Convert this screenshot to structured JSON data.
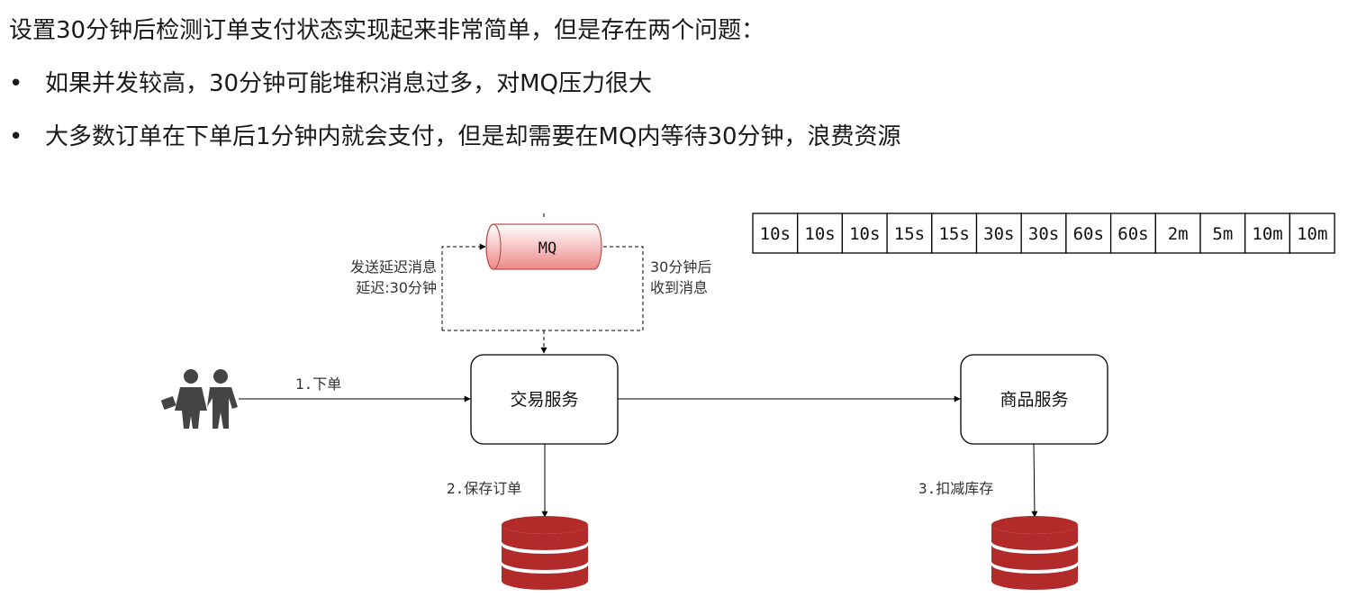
{
  "intro": "设置30分钟后检测订单支付状态实现起来非常简单，但是存在两个问题：",
  "bullets": [
    {
      "marker": "•",
      "text": "如果并发较高，30分钟可能堆积消息过多，对MQ压力很大"
    },
    {
      "marker": "•",
      "text": "大多数订单在下单后1分钟内就会支付，但是却需要在MQ内等待30分钟，浪费资源"
    }
  ],
  "diagram": {
    "mq_label": "MQ",
    "send_label_line1": "发送延迟消息",
    "send_label_line2": "延迟:30分钟",
    "receive_label_line1": "30分钟后",
    "receive_label_line2": "收到消息",
    "order_edge_label": "1.下单",
    "trade_service": "交易服务",
    "product_service": "商品服务",
    "save_order_label": "2.保存订单",
    "deduct_stock_label": "3.扣减库存",
    "delay_levels": [
      "10s",
      "10s",
      "10s",
      "15s",
      "15s",
      "30s",
      "30s",
      "60s",
      "60s",
      "2m",
      "5m",
      "10m",
      "10m"
    ],
    "db_color": "#b22a2a",
    "mq_fill_start": "#ffffff",
    "mq_fill_end": "#ee8888"
  }
}
